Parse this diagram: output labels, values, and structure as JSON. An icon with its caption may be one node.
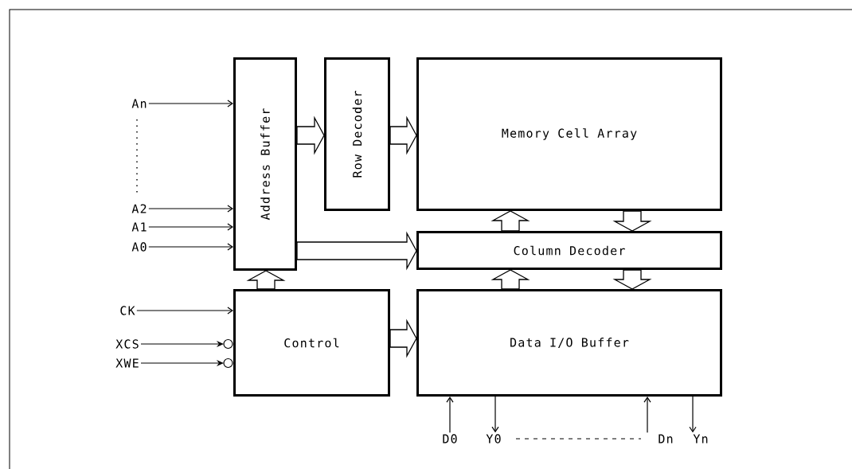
{
  "diagram": {
    "nodes": [
      {
        "text": [
          "Address Buffer"
        ]
      },
      {
        "text": [
          "Row Decoder"
        ]
      },
      {
        "text": [
          "Memory Cell Array"
        ]
      },
      {
        "text": [
          "Column Decoder"
        ]
      },
      {
        "text": [
          "Control"
        ]
      },
      {
        "text": [
          "Data I/O Buffer"
        ]
      },
      {
        "text": [
          "An"
        ]
      },
      {
        "text": [
          "A2"
        ]
      },
      {
        "text": [
          "A1"
        ]
      },
      {
        "text": [
          "A0"
        ]
      },
      {
        "text": [
          "CK"
        ]
      },
      {
        "text": [
          "XCS"
        ]
      },
      {
        "text": [
          "XWE"
        ]
      },
      {
        "text": [
          "D0"
        ]
      },
      {
        "text": [
          "Y0"
        ]
      },
      {
        "text": [
          "Dn"
        ]
      },
      {
        "text": [
          "Yn"
        ]
      }
    ],
    "edges": [
      {
        "from": 6,
        "to": 0,
        "arrow": "to"
      },
      {
        "from": 7,
        "to": 0,
        "arrow": "to"
      },
      {
        "from": 8,
        "to": 0,
        "arrow": "to"
      },
      {
        "from": 9,
        "to": 0,
        "arrow": "to"
      },
      {
        "from": 0,
        "to": 1,
        "arrow": "to",
        "style": "thick"
      },
      {
        "from": 1,
        "to": 2,
        "arrow": "to",
        "style": "thick"
      },
      {
        "from": 0,
        "to": 3,
        "arrow": "to",
        "style": "thick"
      },
      {
        "from": 4,
        "to": 0,
        "arrow": "to",
        "style": "thick"
      },
      {
        "from": 10,
        "to": 4,
        "arrow": "to"
      },
      {
        "from": 11,
        "to": 4,
        "arrow": "to"
      },
      {
        "from": 12,
        "to": 4,
        "arrow": "to"
      },
      {
        "from": 4,
        "to": 5,
        "arrow": "to",
        "style": "thick"
      },
      {
        "from": 3,
        "to": 2,
        "arrow": "to",
        "style": "thick"
      },
      {
        "from": 2,
        "to": 3,
        "arrow": "to",
        "style": "thick"
      },
      {
        "from": 5,
        "to": 3,
        "arrow": "to",
        "style": "thick"
      },
      {
        "from": 3,
        "to": 5,
        "arrow": "to",
        "style": "thick"
      },
      {
        "from": 13,
        "to": 5,
        "arrow": "to"
      },
      {
        "from": 5,
        "to": 14,
        "arrow": "to"
      },
      {
        "from": 15,
        "to": 5,
        "arrow": "to"
      },
      {
        "from": 5,
        "to": 16,
        "arrow": "to"
      }
    ]
  }
}
